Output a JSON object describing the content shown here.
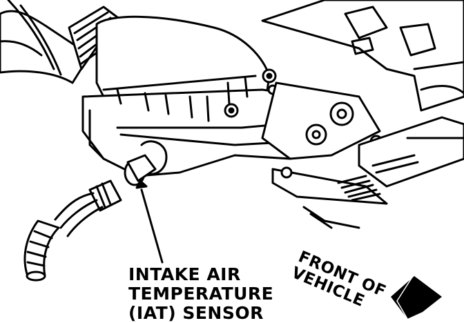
{
  "callouts": {
    "sensor_label": {
      "lines": [
        "INTAKE AIR",
        "TEMPERATURE",
        "(IAT) SENSOR"
      ]
    },
    "direction_label": {
      "lines": [
        "FRONT OF",
        "VEHICLE"
      ]
    }
  },
  "colors": {
    "ink": "#000000",
    "paper": "#ffffff"
  },
  "icons": {
    "direction_arrow": "front-direction-arrow-icon",
    "leader_arrow": "leader-arrow-icon"
  }
}
